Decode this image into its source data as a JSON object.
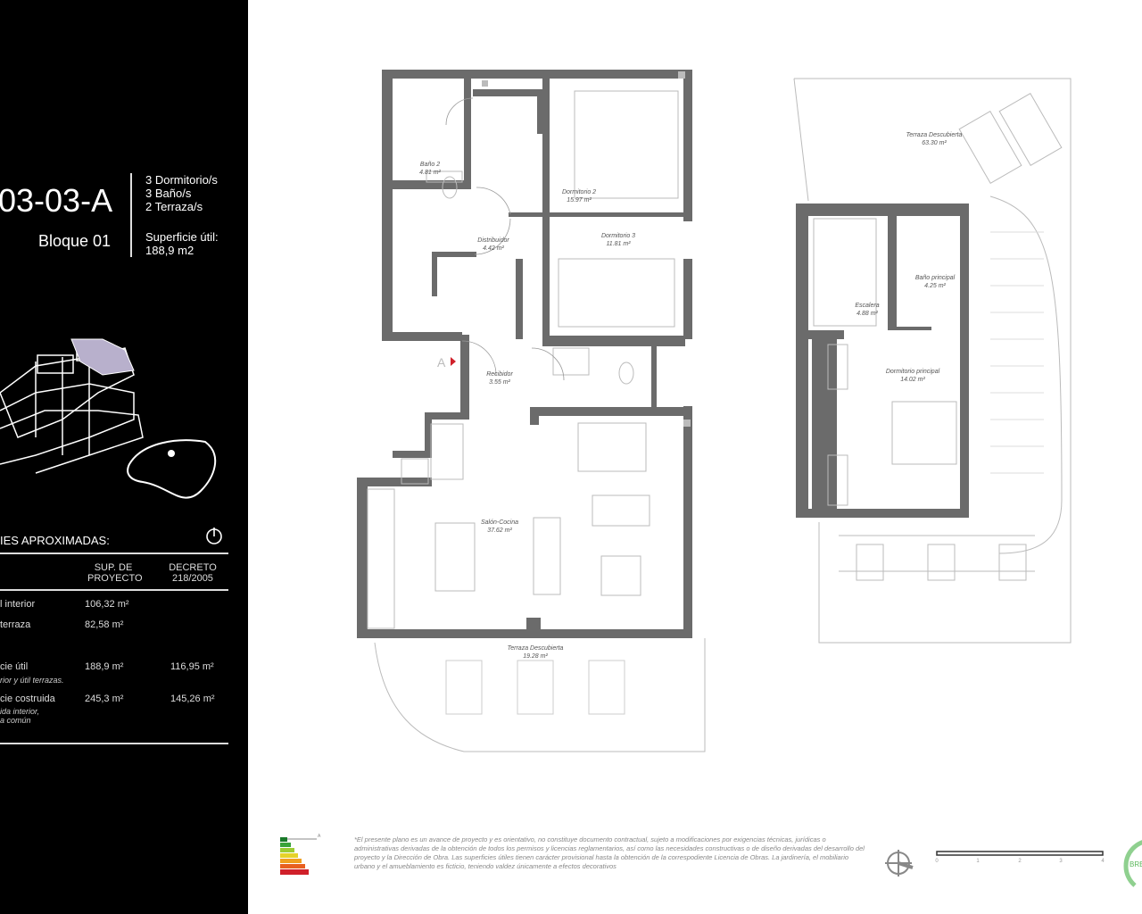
{
  "unit": {
    "code": "03-03-A",
    "block": "Bloque 01",
    "bedrooms": "3 Dormitorio/s",
    "bathrooms": "3 Baño/s",
    "terraces": "2 Terraza/s",
    "useful_area_label": "Superficie útil:",
    "useful_area_value": "188,9  m2"
  },
  "surfaces": {
    "heading": "IES APROXIMADAS:",
    "col_project": [
      "SUP. DE",
      "PROYECTO"
    ],
    "col_decree": [
      "DECRETO",
      "218/2005"
    ],
    "rows": [
      {
        "label": "l interior",
        "note": [],
        "project": "106,32  m²",
        "decree": ""
      },
      {
        "label": "terraza",
        "note": [],
        "project": "82,58  m²",
        "decree": ""
      },
      {
        "label": "cie útil",
        "note": [
          "rior y útil terrazas."
        ],
        "project": "188,9  m²",
        "decree": "116,95  m²"
      },
      {
        "label": "cie costruida",
        "note": [
          "ida interior,",
          "a común"
        ],
        "project": "245,3  m²",
        "decree": "145,26  m²"
      }
    ]
  },
  "rooms": {
    "bano2": {
      "name": "Baño 2",
      "area": "4.81 m²"
    },
    "dormitorio2": {
      "name": "Dormitorio 2",
      "area": "15.97 m²"
    },
    "dormitorio3": {
      "name": "Dormitorio 3",
      "area": "11.81 m²"
    },
    "distribuidor": {
      "name": "Distribuidor",
      "area": "4.42 m²"
    },
    "recibidor": {
      "name": "Recibidor",
      "area": "3.55 m²"
    },
    "salon": {
      "name": "Salón-Cocina",
      "area": "37.62 m²"
    },
    "terraza1": {
      "name": "Terraza Descubierta",
      "area": "19.28 m²"
    },
    "terraza2": {
      "name": "Terraza Descubierta",
      "area": "63.30 m²"
    },
    "bano_principal": {
      "name": "Baño principal",
      "area": "4.25 m²"
    },
    "escalera": {
      "name": "Escalera",
      "area": "4.88 m²"
    },
    "dormitorio_principal": {
      "name": "Dormitorio principal",
      "area": "14.02 m²"
    }
  },
  "entrance_marker": "A",
  "energy_rating": "A",
  "disclaimer": "*El presente plano es un avance de proyecto y es orientativo, no constituye documento contractual, sujeto a modificaciones por exigencias técnicas, jurídicas o administrativas derivadas de la obtención de todos los permisos y licencias reglamentarios, así como las necesidades constructivas o de diseño derivadas del desarrollo del proyecto y la Dirección de Obra. Las superficies útiles tienen carácter provisional hasta la obtención de la correspodiente Licencia de Obras. La jardinería, el mobiliario urbano y el amueblamiento es ficticio, teniendo valdez únicamente a efectos decorativos",
  "scale": {
    "ticks": [
      "0",
      "1",
      "2",
      "3",
      "4"
    ]
  },
  "seal_text": "BREE",
  "colors": {
    "wall": "#6b6b6b",
    "accent_red": "#d0202a",
    "seal_green": "#5cb85c"
  }
}
